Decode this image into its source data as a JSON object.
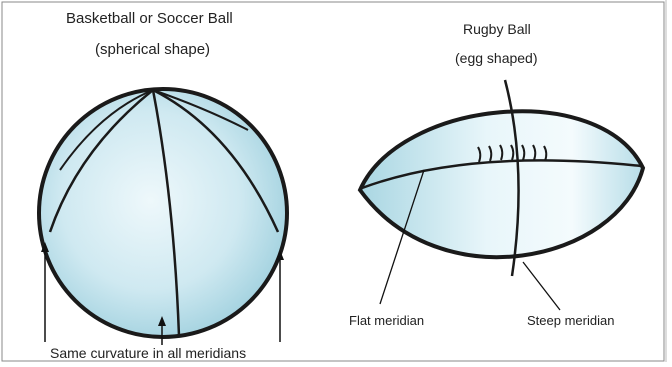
{
  "left_ball": {
    "title": "Basketball or Soccer Ball",
    "subtitle": "(spherical shape)",
    "caption": "Same curvature in all meridians"
  },
  "right_ball": {
    "title": "Rugby Ball",
    "subtitle": "(egg shaped)",
    "flat_label": "Flat meridian",
    "steep_label": "Steep meridian"
  },
  "colors": {
    "fill_light": "#eef8fb",
    "fill_mid": "#c9e8f0",
    "fill_dark": "#9fd0de",
    "outline": "#1a1a1a"
  }
}
